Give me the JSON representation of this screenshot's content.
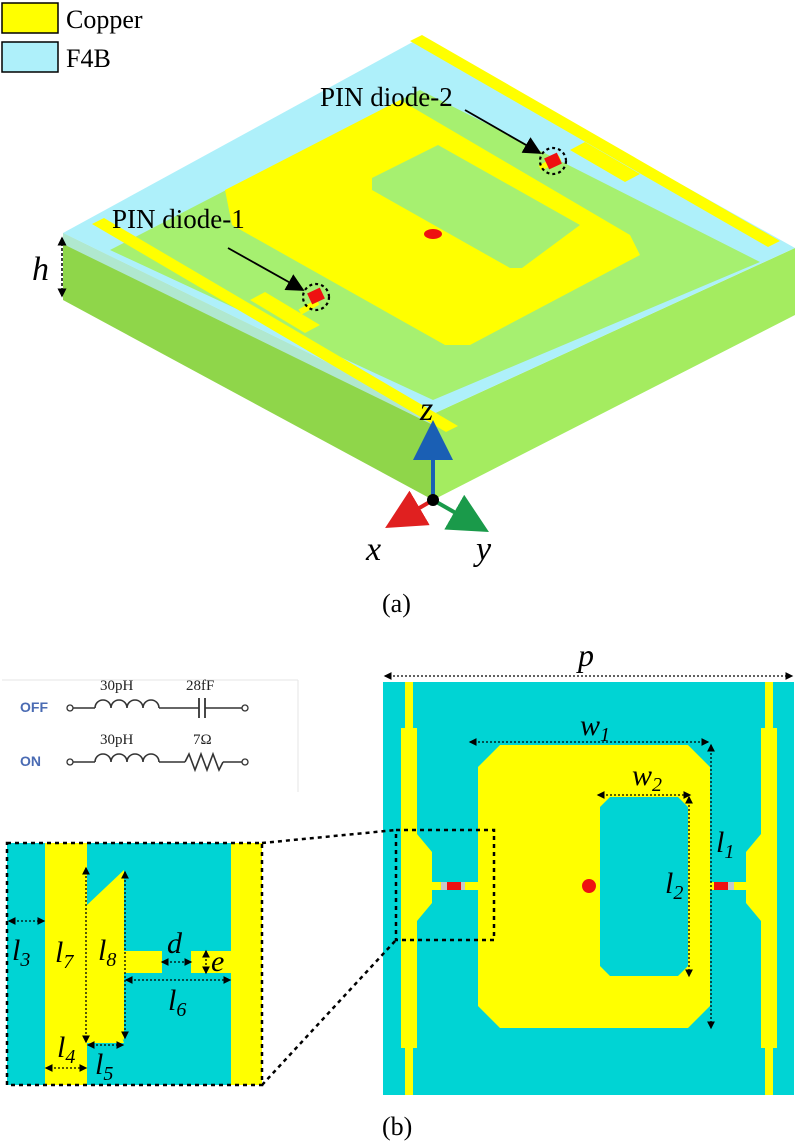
{
  "legend": {
    "items": [
      {
        "label": "Copper",
        "color": "#ffff00"
      },
      {
        "label": "F4B",
        "color": "#aef0fa"
      }
    ]
  },
  "panel_a": {
    "caption": "(a)",
    "annotations": {
      "diode1": "PIN diode-1",
      "diode2": "PIN diode-2",
      "thickness": "h"
    },
    "axes": {
      "x": "x",
      "y": "y",
      "z": "z"
    }
  },
  "panel_b": {
    "caption": "(b)",
    "circuit": {
      "off": {
        "state": "OFF",
        "inductor": "30pH",
        "element": "28fF"
      },
      "on": {
        "state": "ON",
        "inductor": "30pH",
        "element": "7Ω"
      }
    },
    "dimensions": {
      "p": "p",
      "w1": "w1",
      "w2": "w2",
      "l1": "l1",
      "l2": "l2",
      "l3": "l3",
      "l4": "l4",
      "l5": "l5",
      "l6": "l6",
      "l7": "l7",
      "l8": "l8",
      "d": "d",
      "e": "e"
    }
  },
  "colors": {
    "copper": "#ffff00",
    "substrate_3d": "#9ef25a",
    "substrate_top": "#aef0fa",
    "substrate_2d": "#00d4d4",
    "diode": "#ee1111",
    "axis_x": "#e02020",
    "axis_y": "#1a9a4a",
    "axis_z": "#1a5fb4"
  }
}
